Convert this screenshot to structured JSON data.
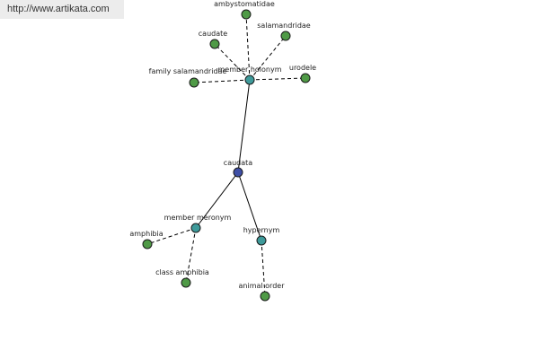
{
  "header": {
    "url": "http://www.artikata.com"
  },
  "graph": {
    "center": "caudata",
    "colors": {
      "center": "#3f4fa6",
      "relation": "#3e9a9a",
      "term": "#4f9a46"
    },
    "nodes": [
      {
        "id": "caudata",
        "label": "caudata",
        "kind": "center"
      },
      {
        "id": "member_holonym",
        "label": "member holonym",
        "kind": "relation"
      },
      {
        "id": "member_meronym",
        "label": "member meronym",
        "kind": "relation"
      },
      {
        "id": "hypernym",
        "label": "hypernym",
        "kind": "relation"
      },
      {
        "id": "ambystomatidae",
        "label": "ambystomatidae",
        "kind": "term"
      },
      {
        "id": "caudate",
        "label": "caudate",
        "kind": "term"
      },
      {
        "id": "salamandridae",
        "label": "salamandridae",
        "kind": "term"
      },
      {
        "id": "family_salamandridae",
        "label": "family salamandridae",
        "kind": "term"
      },
      {
        "id": "urodele",
        "label": "urodele",
        "kind": "term"
      },
      {
        "id": "amphibia",
        "label": "amphibia",
        "kind": "term"
      },
      {
        "id": "class_amphibia",
        "label": "class amphibia",
        "kind": "term"
      },
      {
        "id": "animal_order",
        "label": "animal order",
        "kind": "term"
      }
    ],
    "edges": [
      {
        "from": "caudata",
        "to": "member_holonym",
        "style": "solid"
      },
      {
        "from": "caudata",
        "to": "member_meronym",
        "style": "solid"
      },
      {
        "from": "caudata",
        "to": "hypernym",
        "style": "solid"
      },
      {
        "from": "member_holonym",
        "to": "ambystomatidae",
        "style": "dashed"
      },
      {
        "from": "member_holonym",
        "to": "caudate",
        "style": "dashed"
      },
      {
        "from": "member_holonym",
        "to": "salamandridae",
        "style": "dashed"
      },
      {
        "from": "member_holonym",
        "to": "family_salamandridae",
        "style": "dashed"
      },
      {
        "from": "member_holonym",
        "to": "urodele",
        "style": "dashed"
      },
      {
        "from": "member_meronym",
        "to": "amphibia",
        "style": "dashed"
      },
      {
        "from": "member_meronym",
        "to": "class_amphibia",
        "style": "dashed"
      },
      {
        "from": "hypernym",
        "to": "animal_order",
        "style": "dashed"
      }
    ]
  }
}
